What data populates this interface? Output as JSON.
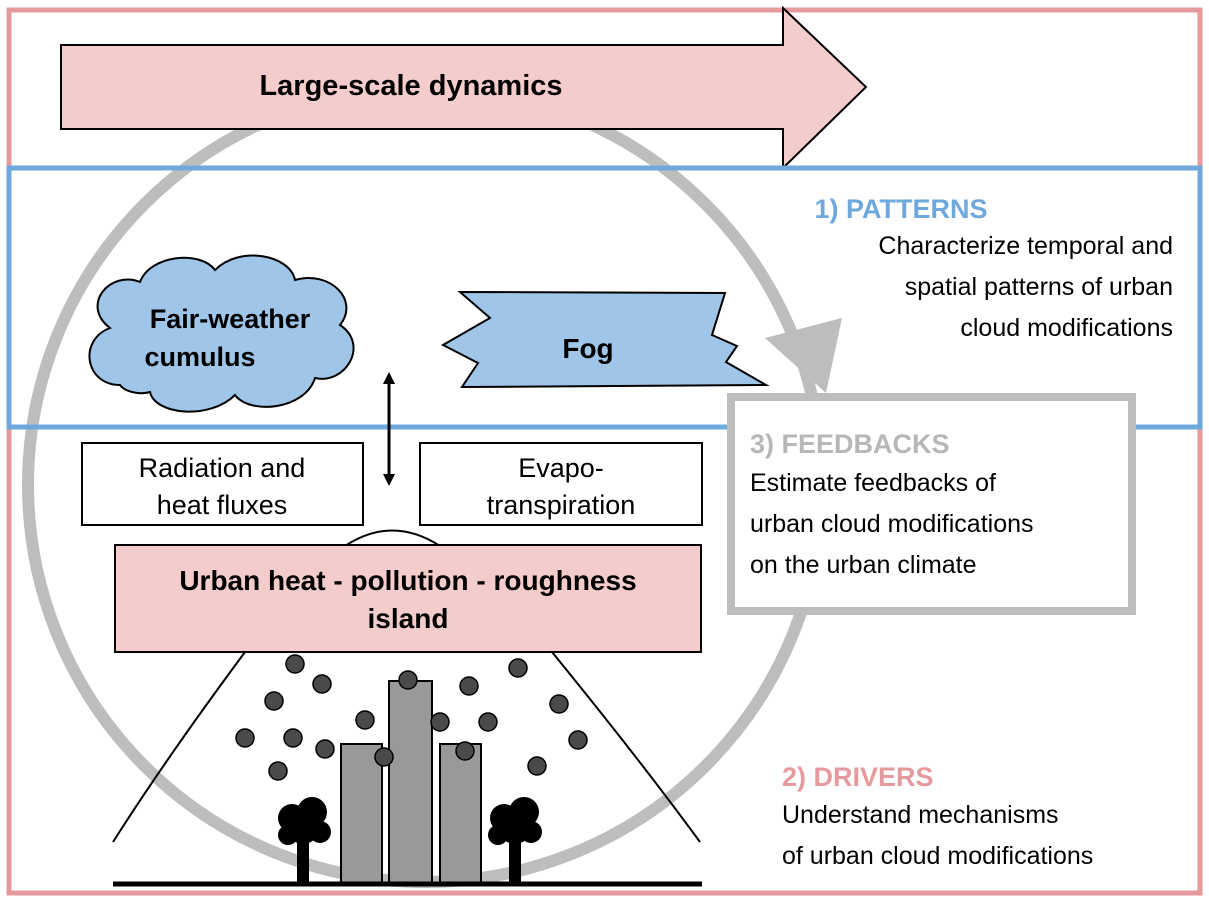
{
  "large_scale": {
    "label": "Large-scale dynamics"
  },
  "patterns": {
    "heading": "1) PATTERNS",
    "lines": [
      "Characterize temporal and",
      "spatial patterns of urban",
      "cloud modifications"
    ]
  },
  "feedbacks": {
    "heading": "3) FEEDBACKS",
    "lines": [
      "Estimate feedbacks of",
      "urban cloud modifications",
      "on the urban climate"
    ]
  },
  "drivers": {
    "heading": "2) DRIVERS",
    "lines": [
      "Understand mechanisms",
      "of urban cloud modifications"
    ]
  },
  "cloud": {
    "lines": [
      "Fair-weather",
      "cumulus"
    ]
  },
  "fog": {
    "label": "Fog"
  },
  "radiation": {
    "lines": [
      "Radiation and",
      "heat fluxes"
    ]
  },
  "evapo": {
    "lines": [
      "Evapo-",
      "transpiration"
    ]
  },
  "urban_island": {
    "lines": [
      "Urban heat - pollution - roughness",
      "island"
    ]
  },
  "colors": {
    "drivers_red": "#e79a9d",
    "drivers_fill": "#f4cccc",
    "patterns_blue": "#6fa8dc",
    "cloud_fill": "#9fc5e8",
    "feedback_gray": "#b7b7b7",
    "building_gray": "#999999",
    "particle_gray": "#4a4a4a"
  }
}
